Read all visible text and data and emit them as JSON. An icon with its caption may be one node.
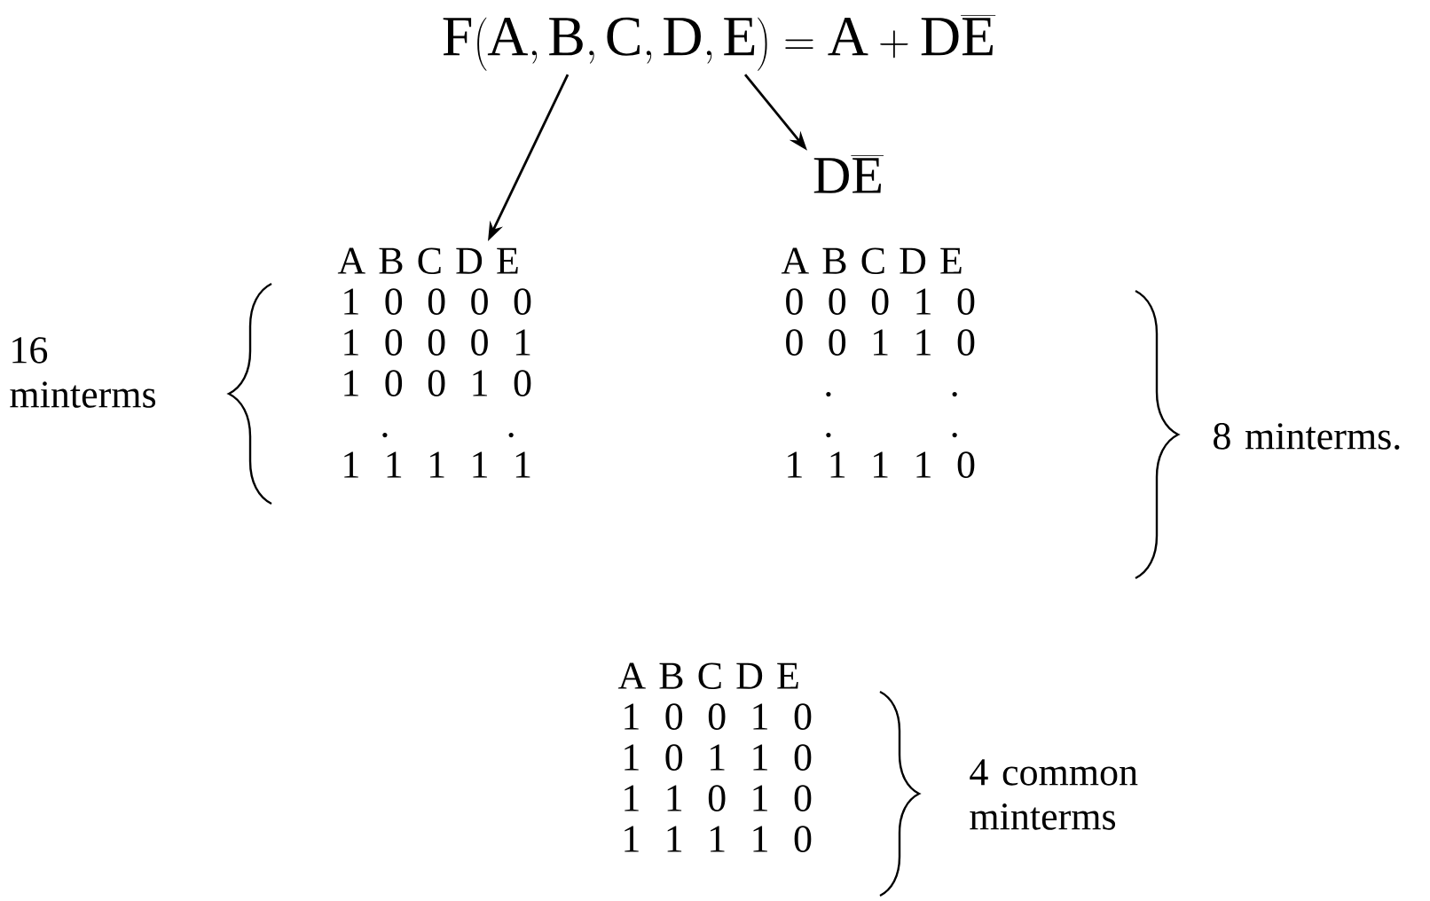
{
  "diagram": {
    "nodes": [
      {
        "text": [
          "\\mathrm{F\\!\\left(A,B,C,D,E\\right)=A+D\\overline{E}}"
        ]
      },
      {
        "text": [
          "A B C D E",
          "1 0 0 0 0",
          "1 0 0 0 1",
          "1 0 0 1 0",
          ". .",
          "1 1 1 1 1"
        ]
      },
      {
        "text": [
          "\\mathrm{D\\overline{E}}"
        ]
      },
      {
        "text": [
          "A B C D E",
          "0 0 0 1 0",
          "0 0 1 1 0",
          ". .",
          ". .",
          "1 1 1 1 0"
        ]
      },
      {
        "text": [
          "A B C D E",
          "1 0 0 1 0",
          "1 0 1 1 0",
          "1 1 0 1 0",
          "1 1 1 1 0"
        ]
      }
    ],
    "labels": [
      "16 minterms",
      "8 minterms.",
      "4 common minterms"
    ],
    "edges": [
      {
        "from": 0,
        "to": 1,
        "arrow": "to"
      },
      {
        "from": 0,
        "to": 2,
        "arrow": "to"
      }
    ]
  }
}
